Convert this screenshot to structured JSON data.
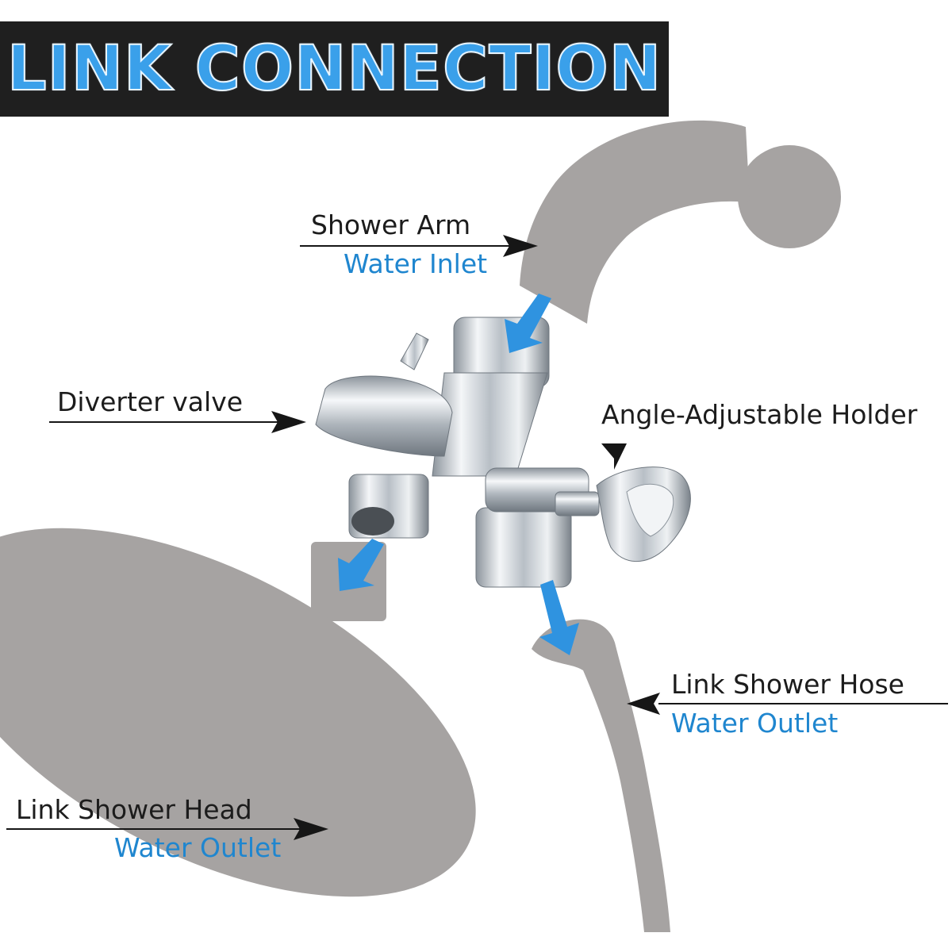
{
  "title": "LINK CONNECTION",
  "labels": {
    "shower_arm": "Shower Arm",
    "shower_arm_sub": "Water Inlet",
    "diverter_valve": "Diverter valve",
    "holder": "Angle-Adjustable Holder",
    "hose": "Link Shower Hose",
    "hose_sub": "Water Outlet",
    "head": "Link Shower Head",
    "head_sub": "Water Outlet"
  },
  "colors": {
    "banner_bg": "#1f1f1f",
    "title_text": "#3aa0ea",
    "silhouette": "#a6a3a2",
    "flow_arrow": "#2f93e0",
    "label_dark": "#1c1c1c",
    "label_blue": "#1f86cf",
    "chrome": "#c9ced3"
  },
  "icons": {
    "flow": "arrow-flow-icon",
    "pointer": "arrowhead-pointer-icon"
  }
}
